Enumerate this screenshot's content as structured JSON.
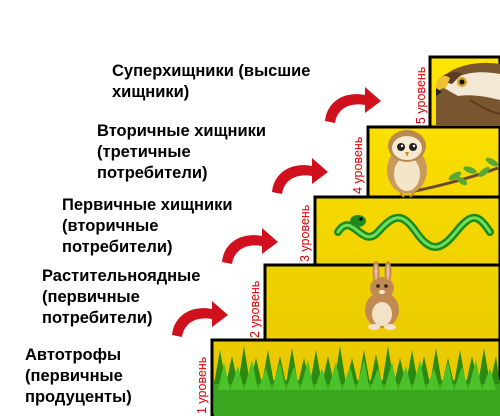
{
  "levels": [
    {
      "level_label": "1 уровень",
      "title": "Автотрофы\n(первичные\nпродуценты)"
    },
    {
      "level_label": "2 уровень",
      "title": "Растительноядные\n(первичные\nпотребители)"
    },
    {
      "level_label": "3 уровень",
      "title": "Первичные хищники\n(вторичные\nпотребители)"
    },
    {
      "level_label": "4 уровень",
      "title": "Вторичные хищники\n(третичные\nпотребители)"
    },
    {
      "level_label": "5 уровень",
      "title": "Суперхищники (высшие\nхищники)"
    }
  ],
  "colors": {
    "step_fill": "#f2d200",
    "step_stroke": "#000000",
    "level_text": "#e00000",
    "arrow": "#d0101c",
    "grass": "#2f9e1a"
  },
  "icons": [
    "grass-icon",
    "rabbit-icon",
    "snake-icon",
    "owl-icon",
    "eagle-icon",
    "arrow-icon"
  ]
}
